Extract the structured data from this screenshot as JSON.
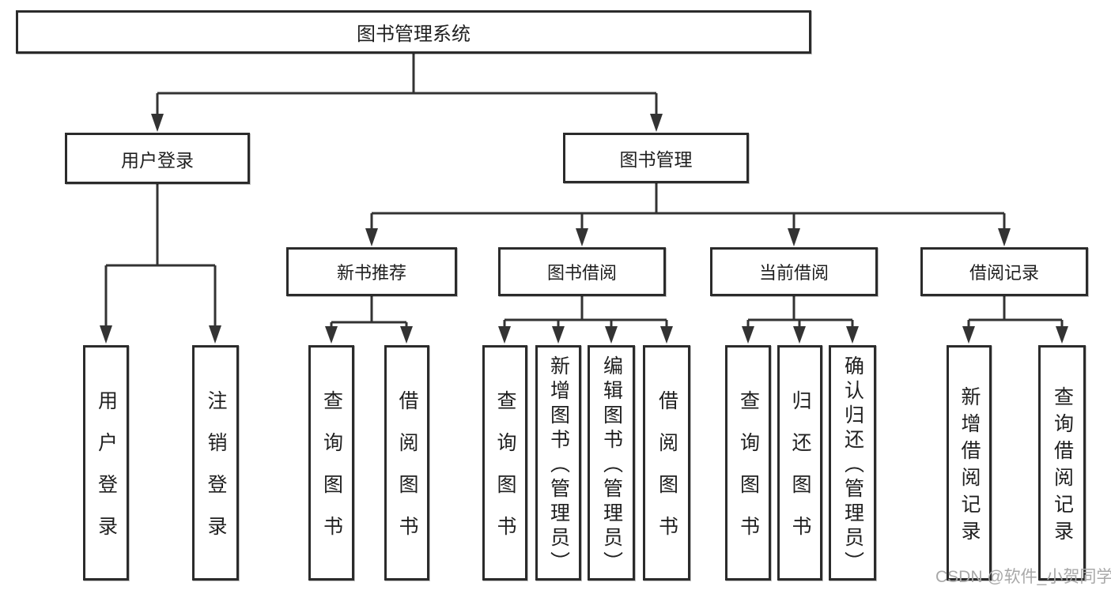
{
  "tree": {
    "root": "图书管理系统",
    "children": [
      {
        "label": "用户登录",
        "children": [
          "用户登录",
          "注销登录"
        ]
      },
      {
        "label": "图书管理",
        "children": [
          {
            "label": "新书推荐",
            "children": [
              "查询图书",
              "借阅图书"
            ]
          },
          {
            "label": "图书借阅",
            "children": [
              "查询图书",
              "新增图书（管理员）",
              "编辑图书（管理员）",
              "借阅图书"
            ]
          },
          {
            "label": "当前借阅",
            "children": [
              "查询图书",
              "归还图书",
              "确认归还（管理员）"
            ]
          },
          {
            "label": "借阅记录",
            "children": [
              "新增借阅记录",
              "查询借阅记录"
            ]
          }
        ]
      }
    ]
  },
  "watermark": "CSDN @软件_小贺同学",
  "colors": {
    "line": "#333333",
    "border": "#2b2b2b",
    "text": "#1f1f1f",
    "watermark": "#a8a8a8",
    "background": "#ffffff"
  }
}
